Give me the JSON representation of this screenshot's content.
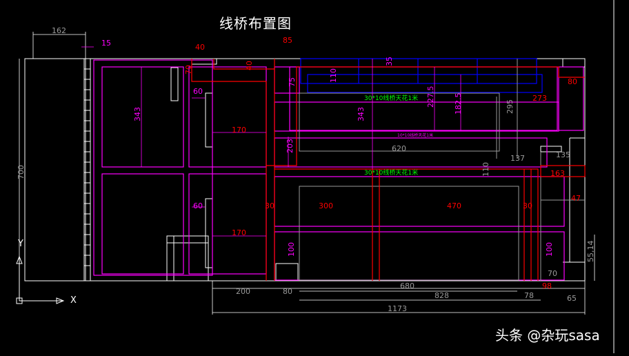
{
  "title": "线桥布置图",
  "watermark": "头条 @杂玩sasa",
  "axis": {
    "x": "X",
    "y": "Y"
  },
  "colors": {
    "background": "#000000",
    "outline": "#ffffff",
    "room": "#ff00ff",
    "bridge": "#ff0000",
    "ceiling": "#0000ff",
    "grey": "#9a9a9a",
    "green": "#00ff00"
  },
  "notes": {
    "bridge_a": "30*10线桥天花1米",
    "bridge_b": "30*10线桥天花1米",
    "bridge_small": "10*10线桥天花1米"
  },
  "dims": {
    "top_162": "162",
    "top_15": "15",
    "top_40": "40",
    "top_85": "85",
    "top_35": "35",
    "left_700": "700",
    "v_70": "70",
    "v_40": "40",
    "v_110": "110",
    "v_75": "75",
    "v_343a": "343",
    "h_60a": "60",
    "h_170a": "170",
    "h_60b": "60",
    "h_170b": "170",
    "v_343b": "343",
    "v_227": "227.5",
    "v_182": "182.5",
    "v_295": "295",
    "h_273": "273",
    "h_80r": "80",
    "v_203": "203",
    "h_620": "620",
    "h_137": "137",
    "h_135": "135",
    "v_110b": "110",
    "h_163": "163",
    "h_47": "47",
    "h_30a": "30",
    "h_300": "300",
    "h_470": "470",
    "h_30b": "30",
    "v_100a": "100",
    "v_100b": "100",
    "h_70b": "70",
    "v_5514": "55,14",
    "h_200": "200",
    "h_80b": "80",
    "h_680": "680",
    "h_98": "98",
    "h_828": "828",
    "h_78": "78",
    "h_65": "65",
    "h_1173": "1173"
  }
}
